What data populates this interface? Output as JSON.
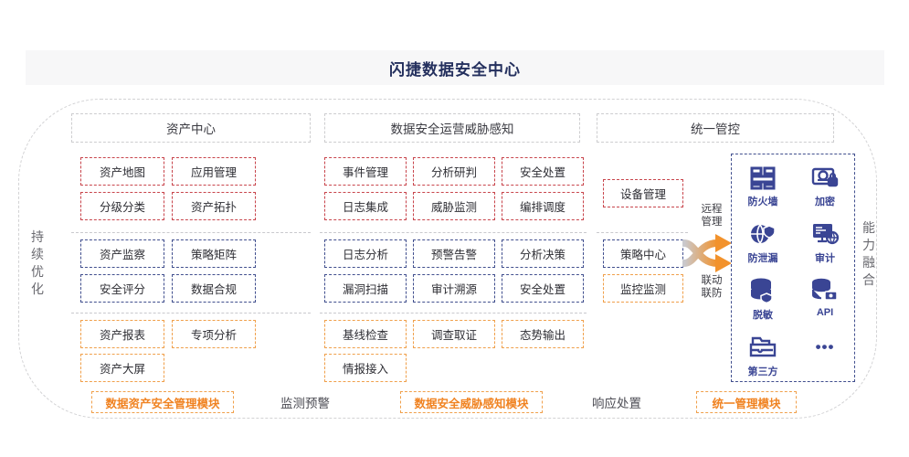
{
  "header": {
    "title": "闪捷数据安全中心"
  },
  "side": {
    "left": [
      "持",
      "续",
      "优",
      "化"
    ],
    "right": [
      "能",
      "力",
      "融",
      "合"
    ]
  },
  "columns": [
    {
      "title": "资产中心"
    },
    {
      "title": "数据安全运营威胁感知"
    },
    {
      "title": "统一管控"
    }
  ],
  "cells": {
    "asset": {
      "red": [
        "资产地图",
        "应用管理",
        "分级分类",
        "资产拓扑"
      ],
      "blue": [
        "资产监察",
        "策略矩阵",
        "安全评分",
        "数据合规"
      ],
      "orange": [
        "资产报表",
        "专项分析",
        "资产大屏"
      ]
    },
    "threat": {
      "red": [
        "事件管理",
        "分析研判",
        "安全处置",
        "日志集成",
        "威胁监测",
        "编排调度"
      ],
      "blue": [
        "日志分析",
        "预警告警",
        "分析决策",
        "漏洞扫描",
        "审计溯源",
        "安全处置"
      ],
      "orange": [
        "基线检查",
        "调查取证",
        "态势输出",
        "情报接入"
      ]
    },
    "control": {
      "red": [
        "设备管理"
      ],
      "blue": [
        "策略中心"
      ],
      "orange": [
        "监控监测"
      ]
    }
  },
  "arrows": {
    "top": [
      "远程",
      "管理"
    ],
    "bottom": [
      "联动",
      "联防"
    ]
  },
  "capabilities": [
    {
      "label": "防火墙",
      "icon": "firewall-icon"
    },
    {
      "label": "加密",
      "icon": "encryption-lock-icon"
    },
    {
      "label": "防泄漏",
      "icon": "leak-prevention-icon"
    },
    {
      "label": "审计",
      "icon": "audit-monitor-icon"
    },
    {
      "label": "脱敏",
      "icon": "desensitization-db-icon"
    },
    {
      "label": "API",
      "icon": "api-db-icon"
    },
    {
      "label": "第三方",
      "icon": "third-party-tray-icon"
    },
    {
      "label": "•••",
      "icon": "more-dots-icon"
    }
  ],
  "modules": [
    {
      "label": "数据资产安全管理模块"
    },
    {
      "label": "数据安全威胁感知模块"
    },
    {
      "label": "统一管理模块"
    }
  ],
  "phases": [
    {
      "label": "监测预警"
    },
    {
      "label": "响应处置"
    }
  ],
  "colors": {
    "red": "#c8454c",
    "blue": "#414f8e",
    "orange": "#f0a04b",
    "orange_text": "#f08322",
    "title": "#24305e",
    "band": "#f7f7f8"
  }
}
